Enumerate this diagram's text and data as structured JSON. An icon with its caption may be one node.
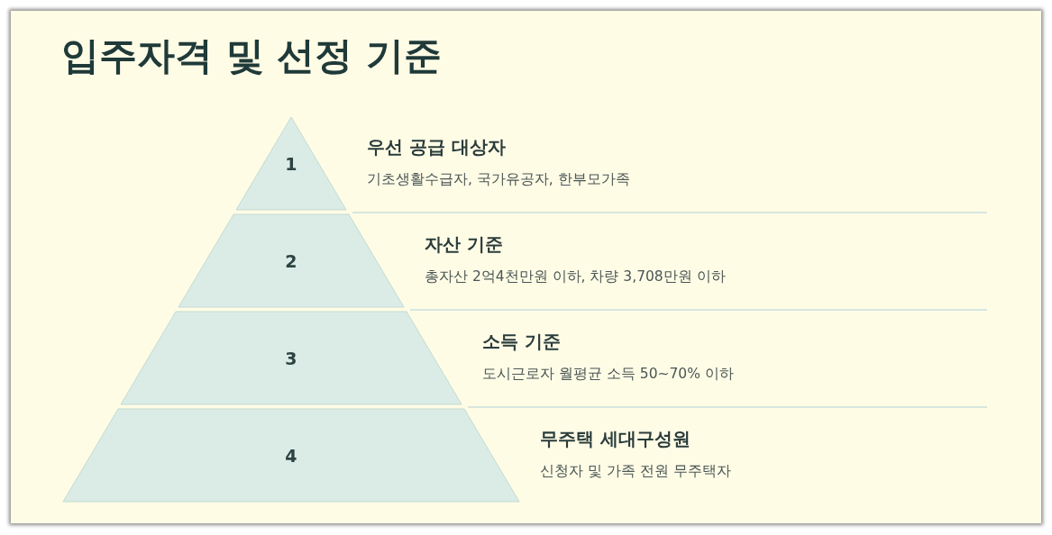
{
  "diagram": {
    "title": "입주자격 및 선정 기준",
    "nodes": [
      {
        "text": [
          "1"
        ],
        "beside": [
          "우선 공급 대상자",
          "기초생활수급자, 국가유공자, 한부모가족"
        ]
      },
      {
        "text": [
          "2"
        ],
        "beside": [
          "자산 기준",
          "총자산 2억4천만원 이하, 차량 3,708만원 이하"
        ]
      },
      {
        "text": [
          "3"
        ],
        "beside": [
          "소득 기준",
          "도시근로자 월평균 소득 50~70% 이하"
        ]
      },
      {
        "text": [
          "4"
        ],
        "beside": [
          "무주택 세대구성원",
          "신청자 및 가족 전원 무주택자"
        ]
      }
    ]
  }
}
